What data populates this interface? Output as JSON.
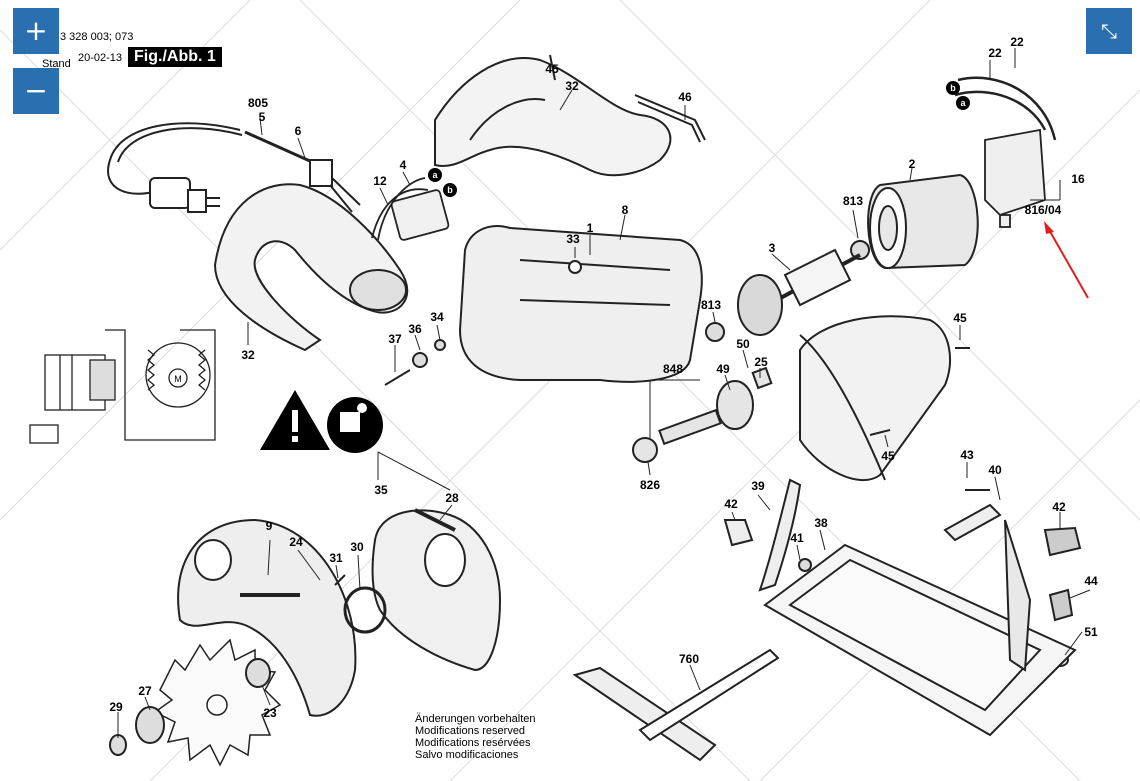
{
  "header": {
    "doc_no": "3 328 003;  073",
    "stand_label": "Stand",
    "date": "20-02-13",
    "figure": "Fig./Abb. 1"
  },
  "controls": {
    "zoom_in": "+",
    "zoom_out": "−",
    "fullscreen": "⤡"
  },
  "notice": {
    "de": "Änderungen vorbehalten",
    "en": "Modifications reserved",
    "fr": "Modifications resérvées",
    "es": "Salvo modificaciones"
  },
  "wire_markers": {
    "a": "a",
    "b": "b"
  },
  "parts": [
    {
      "id": "p805",
      "label": "805"
    },
    {
      "id": "p5",
      "label": "5"
    },
    {
      "id": "p6",
      "label": "6"
    },
    {
      "id": "p4",
      "label": "4"
    },
    {
      "id": "p12",
      "label": "12"
    },
    {
      "id": "p45a",
      "label": "45"
    },
    {
      "id": "p32a",
      "label": "32"
    },
    {
      "id": "p46",
      "label": "46"
    },
    {
      "id": "p22a",
      "label": "22"
    },
    {
      "id": "p22b",
      "label": "22"
    },
    {
      "id": "p16",
      "label": "16"
    },
    {
      "id": "p816",
      "label": "816/04"
    },
    {
      "id": "p2",
      "label": "2"
    },
    {
      "id": "p813a",
      "label": "813"
    },
    {
      "id": "p8",
      "label": "8"
    },
    {
      "id": "p33",
      "label": "33"
    },
    {
      "id": "p1",
      "label": "1"
    },
    {
      "id": "p3",
      "label": "3"
    },
    {
      "id": "p813b",
      "label": "813"
    },
    {
      "id": "p45b",
      "label": "45"
    },
    {
      "id": "p32b",
      "label": "32"
    },
    {
      "id": "p37",
      "label": "37"
    },
    {
      "id": "p36",
      "label": "36"
    },
    {
      "id": "p34",
      "label": "34"
    },
    {
      "id": "p50",
      "label": "50"
    },
    {
      "id": "p25",
      "label": "25"
    },
    {
      "id": "p848",
      "label": "848"
    },
    {
      "id": "p49",
      "label": "49"
    },
    {
      "id": "p826",
      "label": "826"
    },
    {
      "id": "p45c",
      "label": "45"
    },
    {
      "id": "p43",
      "label": "43"
    },
    {
      "id": "p40",
      "label": "40"
    },
    {
      "id": "p35",
      "label": "35"
    },
    {
      "id": "p28",
      "label": "28"
    },
    {
      "id": "p9",
      "label": "9"
    },
    {
      "id": "p24",
      "label": "24"
    },
    {
      "id": "p31",
      "label": "31"
    },
    {
      "id": "p30",
      "label": "30"
    },
    {
      "id": "p42a",
      "label": "42"
    },
    {
      "id": "p39",
      "label": "39"
    },
    {
      "id": "p41",
      "label": "41"
    },
    {
      "id": "p38",
      "label": "38"
    },
    {
      "id": "p42b",
      "label": "42"
    },
    {
      "id": "p44",
      "label": "44"
    },
    {
      "id": "p51",
      "label": "51"
    },
    {
      "id": "p760",
      "label": "760"
    },
    {
      "id": "p29",
      "label": "29"
    },
    {
      "id": "p27",
      "label": "27"
    },
    {
      "id": "p23",
      "label": "23"
    }
  ]
}
